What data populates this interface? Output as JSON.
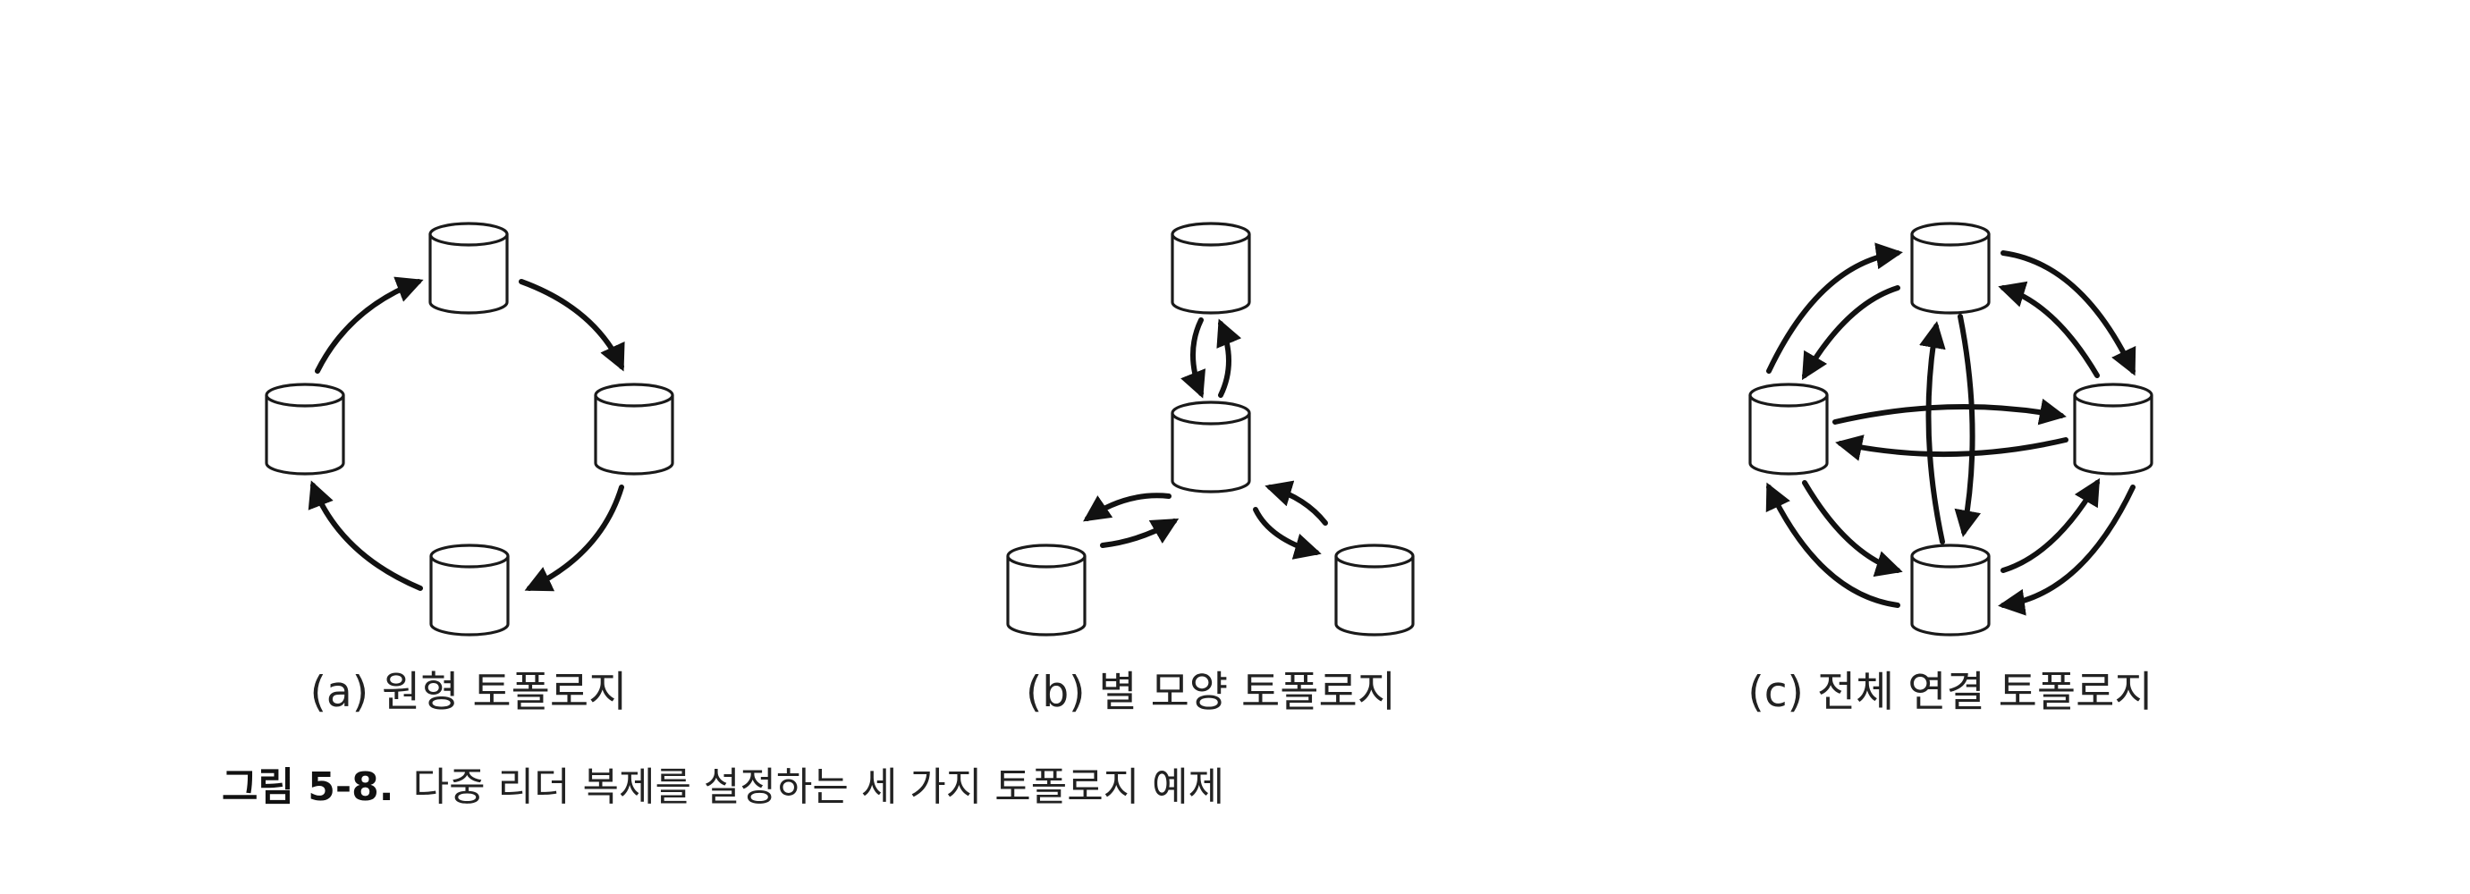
{
  "diagrams": [
    {
      "key": "a",
      "caption": "(a) 원형 토폴로지"
    },
    {
      "key": "b",
      "caption": "(b) 별 모양 토폴로지"
    },
    {
      "key": "c",
      "caption": "(c) 전체 연결 토폴로지"
    }
  ],
  "figure_caption": {
    "label": "그림 5-8.",
    "text": "다중 리더 복제를 설정하는 세 가지 토폴로지 예제"
  },
  "icons": {
    "node": "database-cylinder-icon",
    "connection": "replication-arrow"
  }
}
